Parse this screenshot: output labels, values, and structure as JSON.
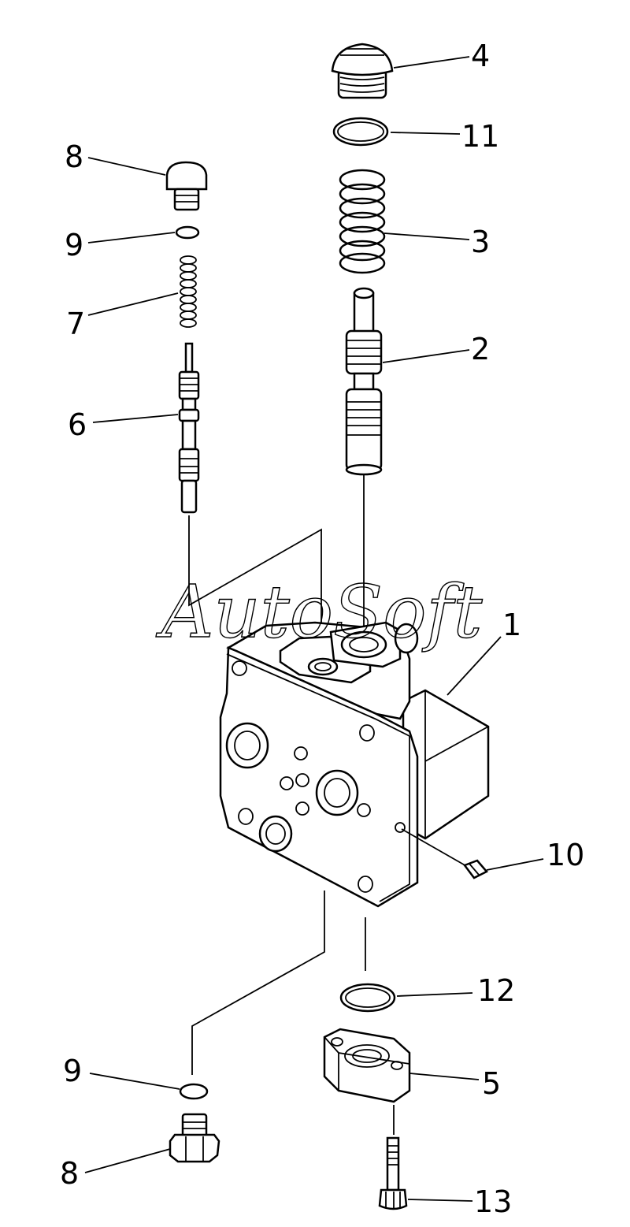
{
  "watermark": "AutoSoft",
  "callouts": {
    "c1": "1",
    "c2": "2",
    "c3": "3",
    "c4": "4",
    "c5": "5",
    "c6": "6",
    "c7": "7",
    "c8_top": "8",
    "c8_bottom": "8",
    "c9_top": "9",
    "c9_bottom": "9",
    "c10": "10",
    "c11": "11",
    "c12": "12",
    "c13": "13"
  }
}
